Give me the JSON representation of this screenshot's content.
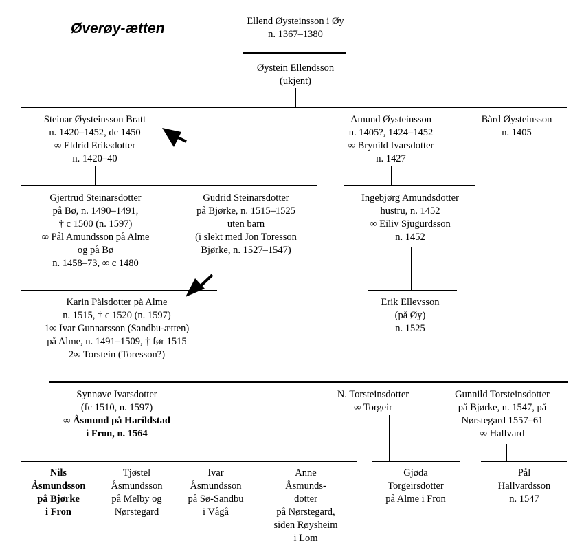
{
  "title": "Øverøy-ætten",
  "persons": {
    "ellend": {
      "lines": [
        "Ellend Øysteinsson i Øy",
        "n. 1367–1380"
      ]
    },
    "oystein": {
      "lines": [
        "Øystein Ellendsson",
        "(ukjent)"
      ]
    },
    "steinar": {
      "lines": [
        "Steinar Øysteinsson Bratt",
        "n. 1420–1452, dc 1450",
        "∞ Eldrid Eriksdotter",
        "n. 1420–40"
      ]
    },
    "amund": {
      "lines": [
        "Amund Øysteinsson",
        "n. 1405?, 1424–1452",
        "∞ Brynild Ivarsdotter",
        "n. 1427"
      ]
    },
    "bard": {
      "lines": [
        "Bård Øysteinsson",
        "n. 1405"
      ]
    },
    "gjertrud": {
      "lines": [
        "Gjertrud Steinarsdotter",
        "på Bø, n. 1490–1491,",
        "† c 1500 (n. 1597)",
        "∞ Pål Amundsson på Alme",
        "og på Bø",
        "n. 1458–73, ∞ c 1480"
      ]
    },
    "gudrid": {
      "lines": [
        "Gudrid Steinarsdotter",
        "på Bjørke, n. 1515–1525",
        "uten barn",
        "(i slekt med Jon Toresson",
        "Bjørke, n. 1527–1547)"
      ]
    },
    "ingebjorg": {
      "lines": [
        "Ingebjørg Amundsdotter",
        "hustru, n. 1452",
        "∞ Eiliv Sjugurdsson",
        "n. 1452"
      ]
    },
    "karin": {
      "lines": [
        "Karin Pålsdotter på Alme",
        "n. 1515, † c 1520 (n. 1597)",
        "1∞ Ivar Gunnarsson (Sandbu-ætten)",
        "på Alme, n. 1491–1509, † før 1515",
        "2∞ Torstein (Toresson?)"
      ]
    },
    "erik": {
      "lines": [
        "Erik Ellevsson",
        "(på Øy)",
        "n. 1525"
      ]
    },
    "synnove": {
      "lines": [
        "Synnøve Ivarsdotter",
        "(fc 1510, n. 1597)",
        "∞ Åsmund på Harildstad",
        "i Fron, n. 1564"
      ]
    },
    "ntorst": {
      "lines": [
        "N. Torsteinsdotter",
        "∞ Torgeir"
      ]
    },
    "gunnild": {
      "lines": [
        "Gunnild Torsteinsdotter",
        "på Bjørke, n. 1547, på",
        "Nørstegard 1557–61",
        "∞ Hallvard"
      ]
    },
    "nils": {
      "lines": [
        "Nils",
        "Åsmundsson",
        "på Bjørke",
        "i Fron"
      ]
    },
    "tjostel": {
      "lines": [
        "Tjøstel",
        "Åsmundsson",
        "på Melby og",
        "Nørstegard"
      ]
    },
    "ivar": {
      "lines": [
        "Ivar",
        "Åsmundsson",
        "på Sø-Sandbu",
        "i Vågå"
      ]
    },
    "anne": {
      "lines": [
        "Anne",
        "Åsmunds-",
        "dotter",
        "på Nørstegard,",
        "siden Røysheim",
        "i Lom"
      ]
    },
    "gjoda": {
      "lines": [
        "Gjøda",
        "Torgeirsdotter",
        "på Alme i Fron"
      ]
    },
    "pal": {
      "lines": [
        "Pål",
        "Hallvardsson",
        "n. 1547"
      ]
    }
  }
}
